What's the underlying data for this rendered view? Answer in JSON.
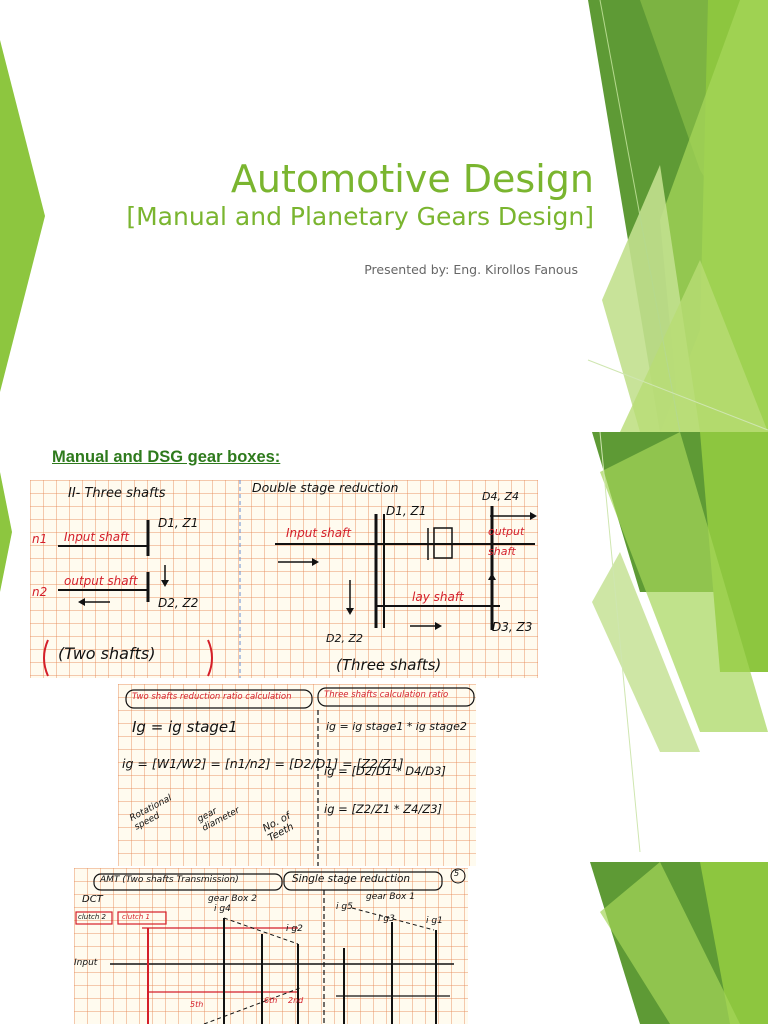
{
  "slide1": {
    "title": "Automotive Design",
    "subtitle": "[Manual and Planetary Gears Design]",
    "presenter": "Presented by: Eng. Kirollos Fanous"
  },
  "slide2": {
    "heading": "Manual and DSG gear boxes:",
    "note1": {
      "left_title": "II- Three shafts",
      "right_title": "Double stage reduction",
      "n1": "n1",
      "n2": "n2",
      "input_shaft": "Input shaft",
      "output_shaft": "output shaft",
      "d1z1": "D1, Z1",
      "d2z2": "D2, Z2",
      "two_shafts": "(Two shafts)",
      "r_input": "Input shaft",
      "r_output": "output shaft",
      "r_d1z1": "D1, Z1",
      "r_d4z4": "D4, Z4",
      "lay_shaft": "lay shaft",
      "r_d2z2": "D2, Z2",
      "r_d3z3": "D3, Z3",
      "three_shafts": "(Three shafts)"
    },
    "note2": {
      "left_header": "Two shafts reduction ratio calculation",
      "right_header": "Three shafts calculation ratio",
      "ig_stage": "Ig = ig stage1",
      "ig_eq": "ig = [W1/W2] = [n1/n2] = [D2/D1] = [Z2/Z1]",
      "rot_speed": "Rotational speed",
      "gear_dia": "gear diameter",
      "no_teeth": "No. of Teeth",
      "r_ig": "ig = ig stage1 * ig stage2",
      "r_ig_d": "ig = [D2/D1 * D4/D3]",
      "r_ig_z": "ig = [Z2/Z1 * Z4/Z3]"
    },
    "note3": {
      "header_left": "AMT (Two shafts Transmission)",
      "header_right": "Single stage reduction",
      "dct": "DCT",
      "gear_box2": "gear Box 2",
      "gear_box1": "gear Box 1",
      "clutch2": "clutch 2",
      "clutch1": "clutch 1",
      "input": "Input",
      "ig4": "i g4",
      "ig2": "i g2",
      "ig5": "i g5",
      "ig3": "i g3",
      "ig1": "i g1",
      "fifth": "5th",
      "sixth": "6th",
      "second": "2nd",
      "circle5": "5"
    }
  }
}
